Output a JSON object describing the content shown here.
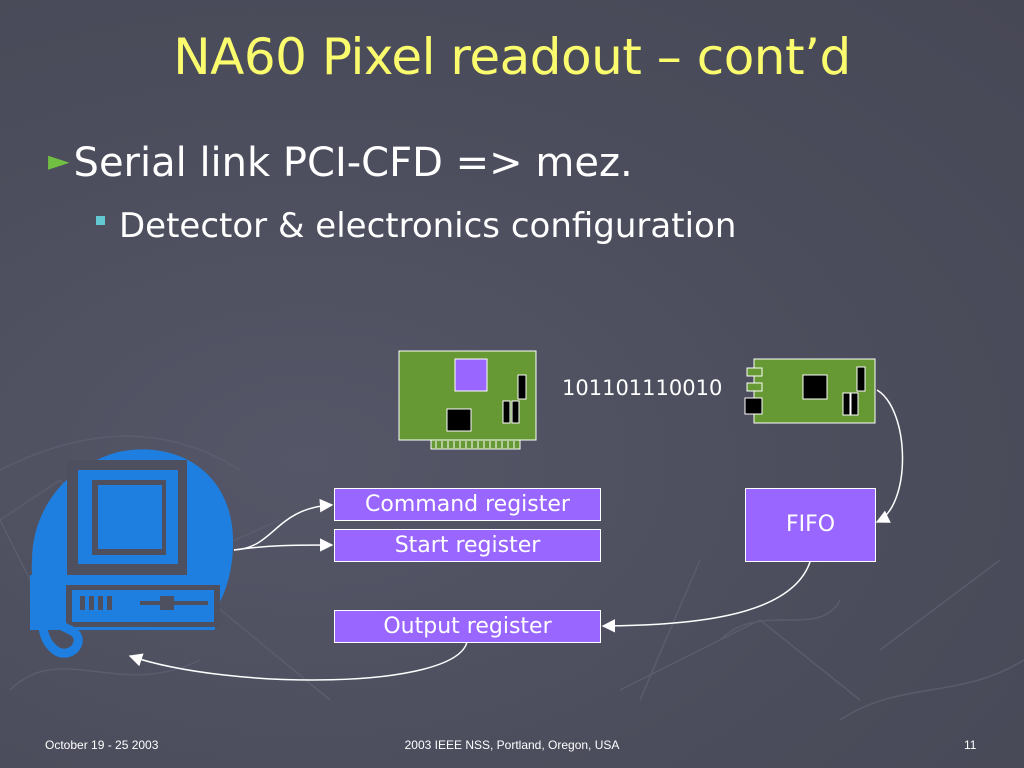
{
  "slide": {
    "title": "NA60 Pixel readout – cont’d",
    "bullet_level1": "Serial link PCI-CFD => mez.",
    "bullet_level1_marker": "►",
    "bullet_level2": "Detector & electronics configuration"
  },
  "diagram": {
    "bit_stream": "101101110010",
    "registers": {
      "command": "Command register",
      "start": "Start register",
      "output": "Output register"
    },
    "fifo": "FIFO"
  },
  "footer": {
    "date": "October 19 - 25 2003",
    "conference": "2003 IEEE NSS, Portland, Oregon, USA",
    "page": "11"
  },
  "colors": {
    "background": "#4e5060",
    "title": "#fbfb6e",
    "bullet_arrow": "#72c042",
    "sub_bullet": "#64c8d2",
    "register_fill": "#9966ff",
    "card_green": "#669933",
    "computer_blue": "#1f7fe0"
  },
  "icons": [
    "pci-card-icon",
    "mezzanine-card-icon",
    "computer-icon"
  ]
}
